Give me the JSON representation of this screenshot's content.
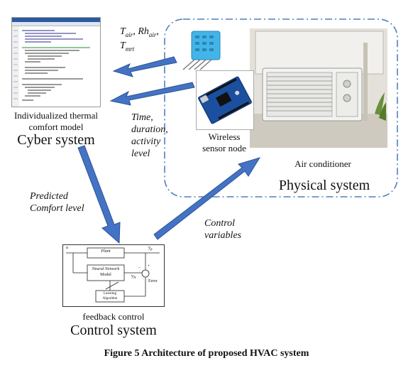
{
  "cyber": {
    "model_label_line1": "Individualized thermal",
    "model_label_line2": "comfort model",
    "title": "Cyber system"
  },
  "sensor_vars": {
    "tair_base": "T",
    "tair_sub": "air",
    "rh_base": "Rh",
    "rh_sub": "air",
    "tmrt_base": "T",
    "tmrt_sub": "mrt"
  },
  "activity_vars": {
    "line1": "Time,",
    "line2": "duration,",
    "line3": "activity",
    "line4": "level"
  },
  "physical": {
    "sensor_line1": "Wireless",
    "sensor_line2": "sensor node",
    "ac_label": "Air conditioner",
    "title": "Physical system"
  },
  "predicted": {
    "line1": "Predicted",
    "line2": "Comfort level"
  },
  "control_vars": {
    "line1": "Control",
    "line2": "variables"
  },
  "control": {
    "subtitle": "feedback control",
    "title": "Control system",
    "block_plant": "Plant",
    "block_nn_line1": "Neural Network",
    "block_nn_line2": "Model",
    "block_learning_line1": "Learning",
    "block_learning_line2": "Algorithm",
    "sig_u": "u",
    "sig_yp": "y",
    "sig_yp_sub": "p",
    "sig_yn": "y",
    "sig_yn_sub": "N",
    "sig_error": "Error",
    "sig_minus": "−",
    "sig_plus": "+"
  },
  "caption": "Figure 5 Architecture of proposed HVAC system",
  "colors": {
    "arrow": "#4472c4",
    "arrow_edge": "#2e5597",
    "dash_border": "#4f81bd"
  }
}
